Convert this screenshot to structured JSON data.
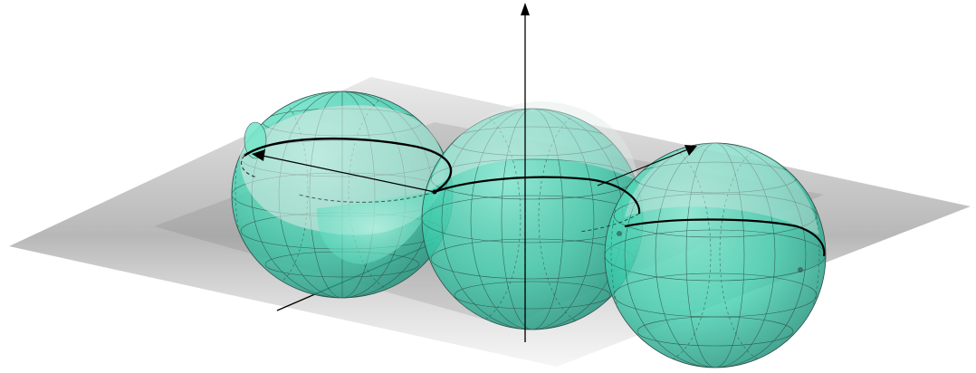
{
  "colors": {
    "background": "#ffffff",
    "sphere_fill": "#3fd1b0",
    "sphere_dark": "#1f8e78",
    "sphere_light": "#8cf0d8",
    "grid": "#2b4a42",
    "plane_shadow": "#9a9a9a",
    "plane_light": "#d8d8d8",
    "axis": "#000000",
    "curve": "#000000"
  },
  "scene": {
    "spheres": [
      {
        "id": "left",
        "cut": "opening-left"
      },
      {
        "id": "middle",
        "cut": "none"
      },
      {
        "id": "right",
        "cut": "none"
      }
    ],
    "axes": [
      "vertical-axis",
      "front-axis",
      "left-arrow-vector",
      "right-arrow-vector"
    ],
    "curve": "helix-through-spheres"
  }
}
